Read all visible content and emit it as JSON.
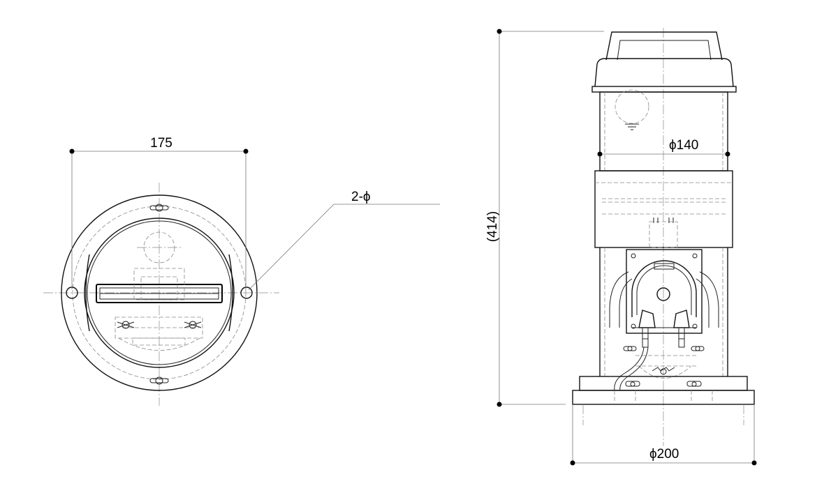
{
  "drawing": {
    "top_view": {
      "width_dim": "175",
      "hole_callout": "2-ϕ"
    },
    "side_view": {
      "height_dim": "(414)",
      "body_dia_dim": "ϕ140",
      "base_dia_dim": "ϕ200"
    }
  }
}
